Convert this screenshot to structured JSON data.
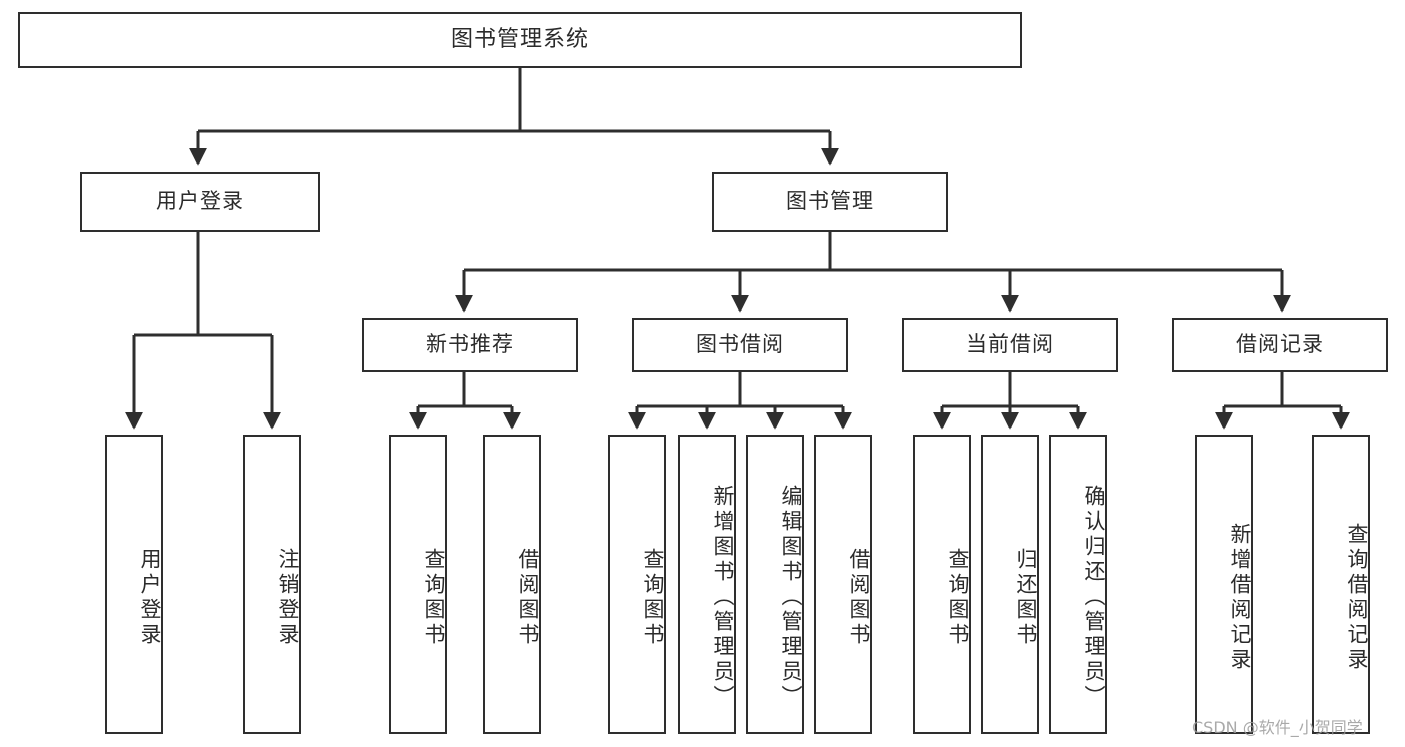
{
  "diagram": {
    "title": "图书管理系统",
    "type": "hierarchy-tree",
    "root": {
      "label": "图书管理系统"
    },
    "level2": [
      {
        "label": "用户登录"
      },
      {
        "label": "图书管理"
      }
    ],
    "level3": [
      {
        "label": "新书推荐"
      },
      {
        "label": "图书借阅"
      },
      {
        "label": "当前借阅"
      },
      {
        "label": "借阅记录"
      }
    ],
    "leaves": {
      "user_login": [
        {
          "label": "用户登录"
        },
        {
          "label": "注销登录"
        }
      ],
      "new_book_recommend": [
        {
          "label": "查询图书"
        },
        {
          "label": "借阅图书"
        }
      ],
      "book_borrow": [
        {
          "label": "查询图书"
        },
        {
          "label": "新增图书（管理员）"
        },
        {
          "label": "编辑图书（管理员）"
        },
        {
          "label": "借阅图书"
        }
      ],
      "current_borrow": [
        {
          "label": "查询图书"
        },
        {
          "label": "归还图书"
        },
        {
          "label": "确认归还（管理员）"
        }
      ],
      "borrow_record": [
        {
          "label": "新增借阅记录"
        },
        {
          "label": "查询借阅记录"
        }
      ]
    }
  },
  "watermark": {
    "text": "CSDN @软件_小贺同学"
  },
  "colors": {
    "stroke": "#2e2e2e",
    "background": "#ffffff",
    "text": "#2b2b2b",
    "watermark": "#9b9b9b"
  }
}
